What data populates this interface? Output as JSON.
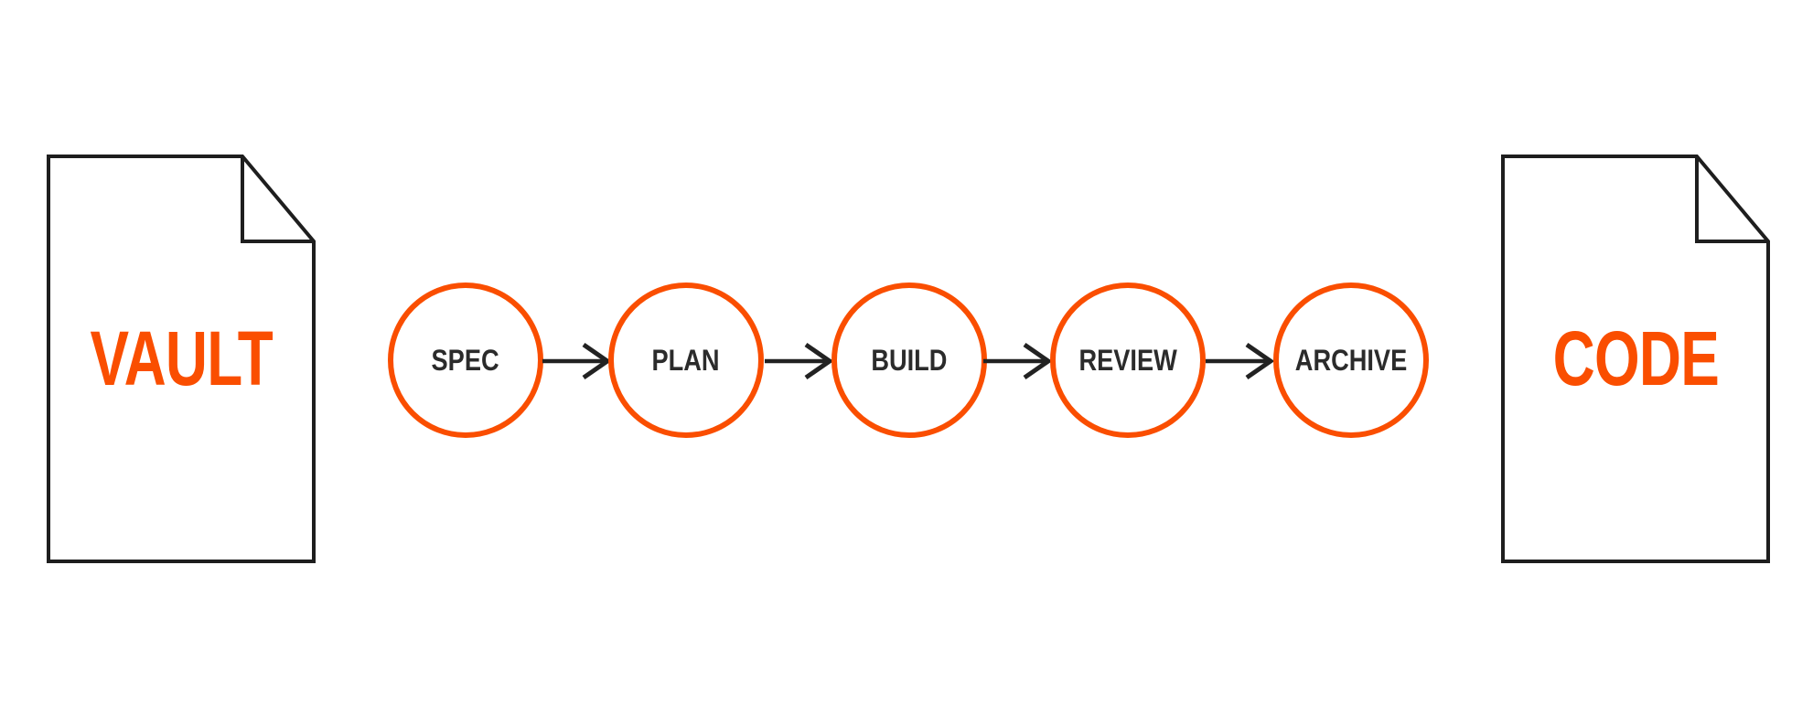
{
  "diagram": {
    "title": "vault-to-code-workflow",
    "type": "flow-diagram"
  },
  "colors": {
    "accent_orange": "#fa4e00",
    "outline_black": "#1e1e1e",
    "node_text": "#2b2b2b",
    "background": "#ffffff"
  },
  "documents": {
    "vault": {
      "label": "VAULT"
    },
    "code": {
      "label": "CODE"
    }
  },
  "flow": {
    "nodes": [
      {
        "id": "spec",
        "label": "SPEC"
      },
      {
        "id": "plan",
        "label": "PLAN"
      },
      {
        "id": "build",
        "label": "BUILD"
      },
      {
        "id": "review",
        "label": "REVIEW"
      },
      {
        "id": "archive",
        "label": "ARCHIVE"
      }
    ],
    "connectors": [
      {
        "from": "spec",
        "to": "plan"
      },
      {
        "from": "plan",
        "to": "build"
      },
      {
        "from": "build",
        "to": "review"
      },
      {
        "from": "review",
        "to": "archive"
      }
    ]
  }
}
